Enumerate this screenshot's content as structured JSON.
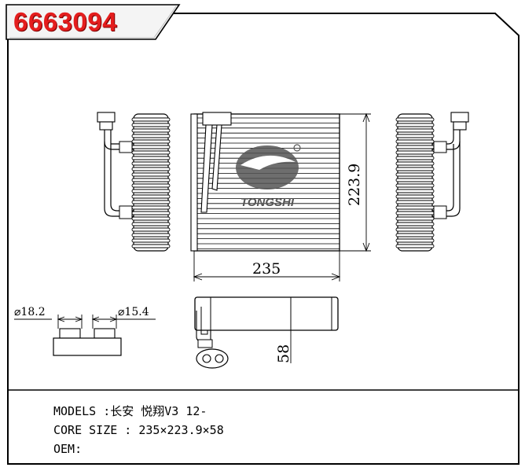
{
  "part_number": "6663094",
  "watermark": "TONGSHI",
  "dimensions": {
    "width": "235",
    "height": "223.9",
    "depth": "58",
    "fitting_1": "⌀18.2",
    "fitting_2": "⌀15.4"
  },
  "specs": {
    "models": "MODELS :长安 悦翔V3 12-",
    "core_size": "CORE SIZE : 235×223.9×58",
    "oem": "OEM:"
  }
}
